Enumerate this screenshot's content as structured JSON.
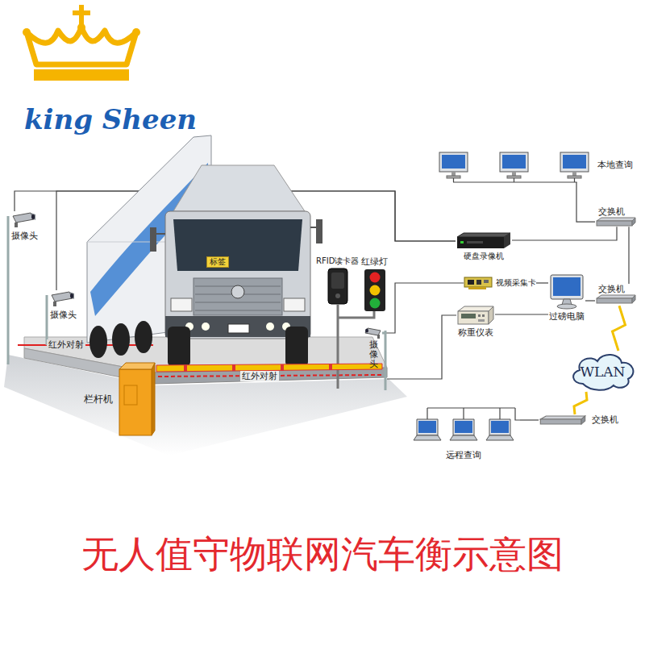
{
  "diagram": {
    "title": "无人值守物联网汽车衡示意图",
    "nodes": [
      {
        "text": [
          "摄像头"
        ]
      },
      {
        "text": [
          "标签"
        ]
      },
      {
        "text": [
          "RFID读卡器"
        ]
      },
      {
        "text": [
          "红绿灯"
        ]
      },
      {
        "text": [
          "摄像头"
        ]
      },
      {
        "text": [
          "摄像头"
        ]
      },
      {
        "text": [
          "栏杆机"
        ]
      },
      {
        "text": [
          "本地查询"
        ]
      },
      {
        "text": [
          "交换机"
        ]
      },
      {
        "text": [
          "硬盘录像机"
        ]
      },
      {
        "text": [
          "视频采集卡"
        ]
      },
      {
        "text": [
          "交换机"
        ]
      },
      {
        "text": [
          "称重仪表"
        ]
      },
      {
        "text": [
          "过磅电脑"
        ]
      },
      {
        "text": [
          "WLAN"
        ]
      },
      {
        "text": [
          "交换机"
        ]
      },
      {
        "text": [
          "远程查询"
        ]
      }
    ],
    "edges": [
      {
        "from": 0,
        "to": 9,
        "arrow": "none"
      },
      {
        "from": 4,
        "to": 9,
        "arrow": "none"
      },
      {
        "from": 5,
        "to": 10,
        "arrow": "none"
      },
      {
        "from": 10,
        "to": 13,
        "arrow": "none"
      },
      {
        "from": 12,
        "to": 13,
        "arrow": "none"
      },
      {
        "from": 13,
        "to": 11,
        "arrow": "none"
      },
      {
        "from": 9,
        "to": 8,
        "arrow": "none"
      },
      {
        "from": 7,
        "to": 8,
        "arrow": "none"
      },
      {
        "from": 8,
        "to": 11,
        "arrow": "none"
      },
      {
        "from": 11,
        "to": 14,
        "arrow": "none"
      },
      {
        "from": 14,
        "to": 15,
        "arrow": "none"
      },
      {
        "from": 15,
        "to": 16,
        "arrow": "none"
      }
    ],
    "labels": [
      "king Sheen",
      "红外对射",
      "红外对射"
    ]
  }
}
